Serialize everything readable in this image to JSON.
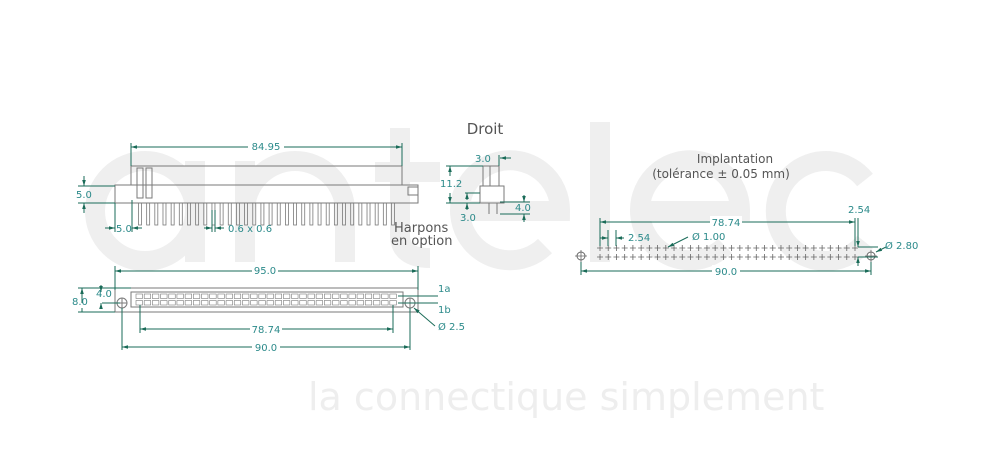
{
  "watermark": {
    "brand": "antelec",
    "tagline": "la connectique simplement"
  },
  "front_view": {
    "width_label": "84.95",
    "height_label": "5.0",
    "offset_label": "5.0",
    "pin_label": "0.6 x 0.6",
    "harpons_line1": "Harpons",
    "harpons_line2": "en option"
  },
  "side_view": {
    "title": "Droit",
    "top_label": "3.0",
    "height_label": "11.2",
    "pin_label": "4.0",
    "bottom_label": "3.0"
  },
  "bottom_view": {
    "overall_label": "95.0",
    "height_label": "8.0",
    "row_label": "4.0",
    "row_a": "1a",
    "row_b": "1b",
    "hole_label": "Ø 2.5",
    "pitch_span_label": "78.74",
    "hole_span_label": "90.0"
  },
  "implantation": {
    "title_line1": "Implantation",
    "title_line2": "(tolérance ± 0.05 mm)",
    "span_label": "78.74",
    "row_pitch_label": "2.54",
    "pitch_label": "2.54",
    "hole_label": "Ø 1.00",
    "mount_hole_label": "Ø 2.80",
    "hole_span_label": "90.0",
    "pins_per_row": 32
  },
  "colors": {
    "dimension": "#1a6b58",
    "text": "#2b8a8a",
    "drawing": "#7a7a7a"
  }
}
